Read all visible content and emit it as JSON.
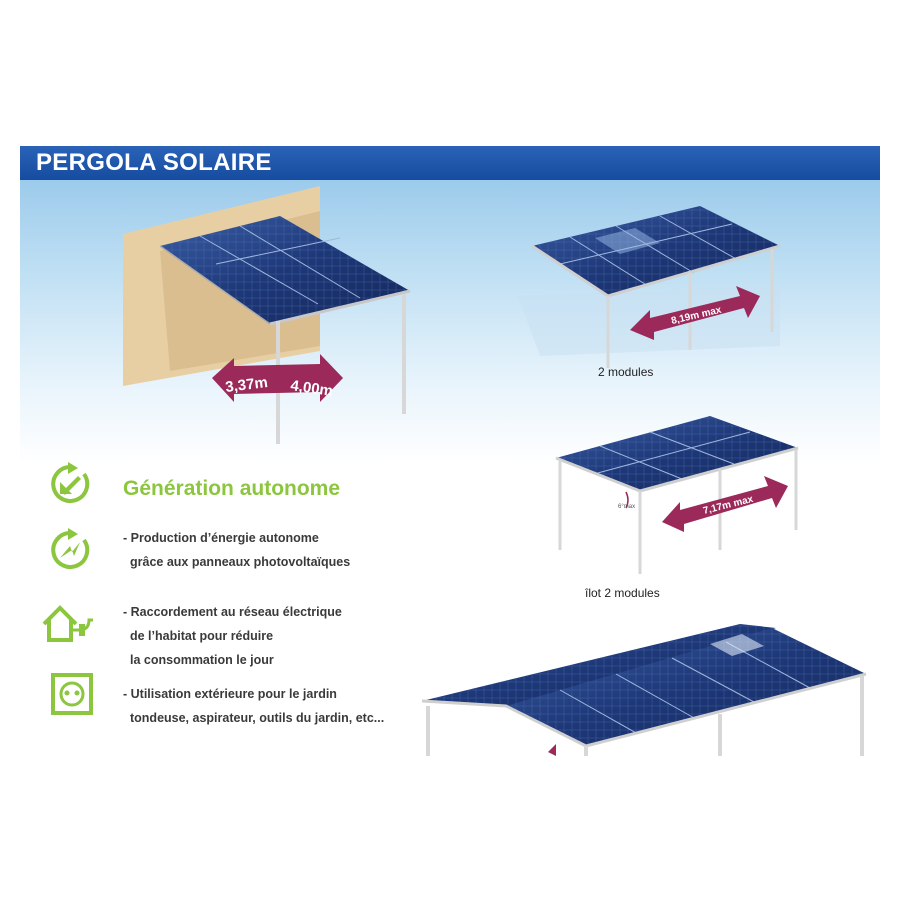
{
  "banner": {
    "title": "PERGOLA SOLAIRE"
  },
  "dimensions": {
    "left_width": "3,37m",
    "left_depth": "4,00m",
    "two_modules_max": "8,19m max",
    "ilot_max": "7,17m max"
  },
  "captions": {
    "two_modules": "2 modules",
    "ilot": "îlot 2 modules"
  },
  "section": {
    "heading": "Génération autonome"
  },
  "features": [
    {
      "icon": "power-cycle-icon",
      "lines": []
    },
    {
      "icon": "energy-bolt-icon",
      "lines": [
        "- Production d’énergie autonome",
        "grâce aux panneaux photovoltaïques"
      ]
    },
    {
      "icon": "house-plug-icon",
      "lines": [
        "- Raccordement au réseau électrique",
        "de l’habitat pour réduire",
        "la consommation le jour"
      ]
    },
    {
      "icon": "outlet-icon",
      "lines": [
        "- Utilisation extérieure pour le jardin",
        "tondeuse, aspirateur, outils du jardin, etc..."
      ]
    }
  ],
  "colors": {
    "banner": "#164c9f",
    "accent_green": "#8cc63f",
    "arrow": "#9b2a5a",
    "panel": "#1f3a78",
    "wall": "#e8cfa3"
  }
}
